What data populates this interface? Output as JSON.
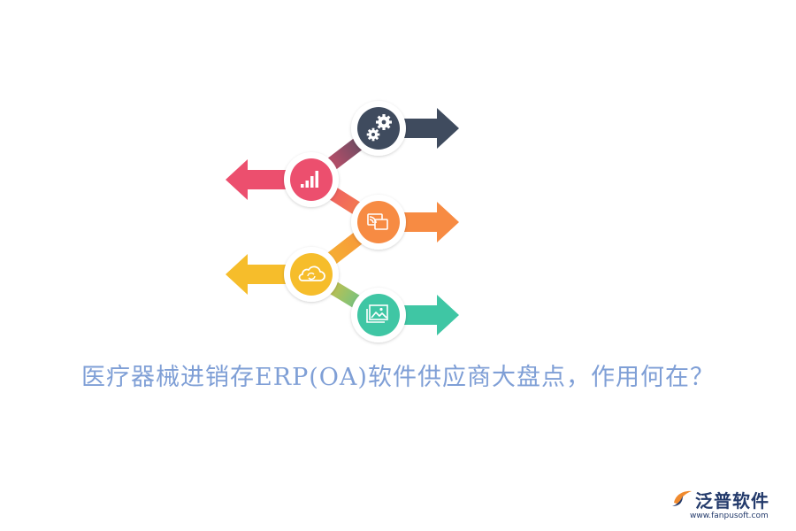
{
  "caption": "医疗器械进销存ERP(OA)软件供应商大盘点，作用何在？",
  "logo": {
    "name": "泛普软件",
    "url": "www.fanpusoft.com"
  },
  "steps": [
    {
      "icon": "gears-icon",
      "color": "#3f4b5e",
      "direction": "right"
    },
    {
      "icon": "bar-chart-icon",
      "color": "#ec4f6e",
      "direction": "left"
    },
    {
      "icon": "screen-share-icon",
      "color": "#f78b43",
      "direction": "right"
    },
    {
      "icon": "cloud-sync-icon",
      "color": "#f6bd2b",
      "direction": "left"
    },
    {
      "icon": "image-gallery-icon",
      "color": "#3fc6a4",
      "direction": "right"
    }
  ]
}
